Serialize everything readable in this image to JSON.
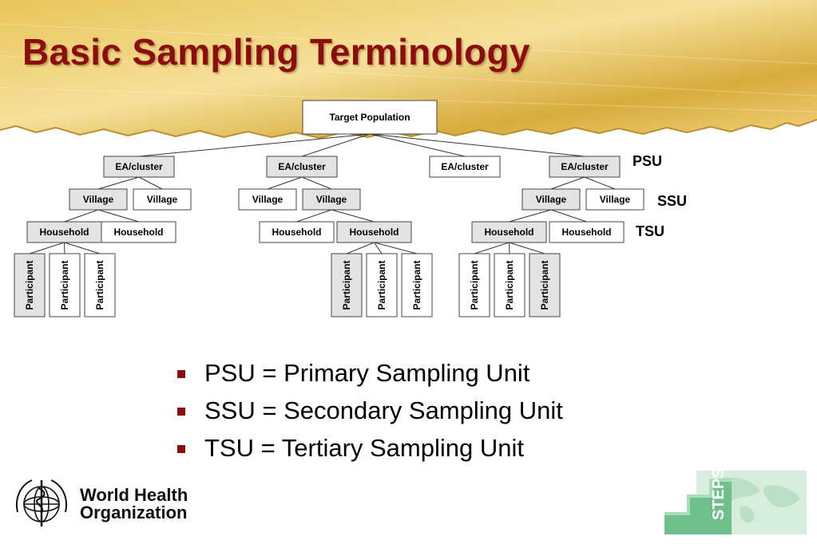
{
  "slide": {
    "title": "Basic Sampling Terminology"
  },
  "diagram": {
    "root": "Target Population",
    "clusters": [
      "EA/cluster",
      "EA/cluster",
      "EA/cluster",
      "EA/cluster"
    ],
    "villages": [
      "Village",
      "Village",
      "Village",
      "Village",
      "Village",
      "Village"
    ],
    "households": [
      "Household",
      "Household",
      "Household",
      "Household",
      "Household",
      "Household"
    ],
    "participants": [
      "Participant",
      "Participant",
      "Participant",
      "Participant",
      "Participant",
      "Participant",
      "Participant",
      "Participant",
      "Participant"
    ],
    "level_labels": {
      "psu": "PSU",
      "ssu": "SSU",
      "tsu": "TSU"
    },
    "colors": {
      "selected_fill": "#e3e3e3",
      "unselected_fill": "#ffffff"
    }
  },
  "bullets": [
    "PSU = Primary Sampling Unit",
    "SSU = Secondary Sampling Unit",
    "TSU = Tertiary Sampling Unit"
  ],
  "logos": {
    "who_line1": "World Health",
    "who_line2": "Organization",
    "steps": "STEPS"
  },
  "colors": {
    "title": "#8b0d0d",
    "bullet": "#8b0d0d",
    "banner_light": "#f2d77a",
    "banner_dark": "#c99a2a",
    "steps_green": "#7fc79a"
  }
}
